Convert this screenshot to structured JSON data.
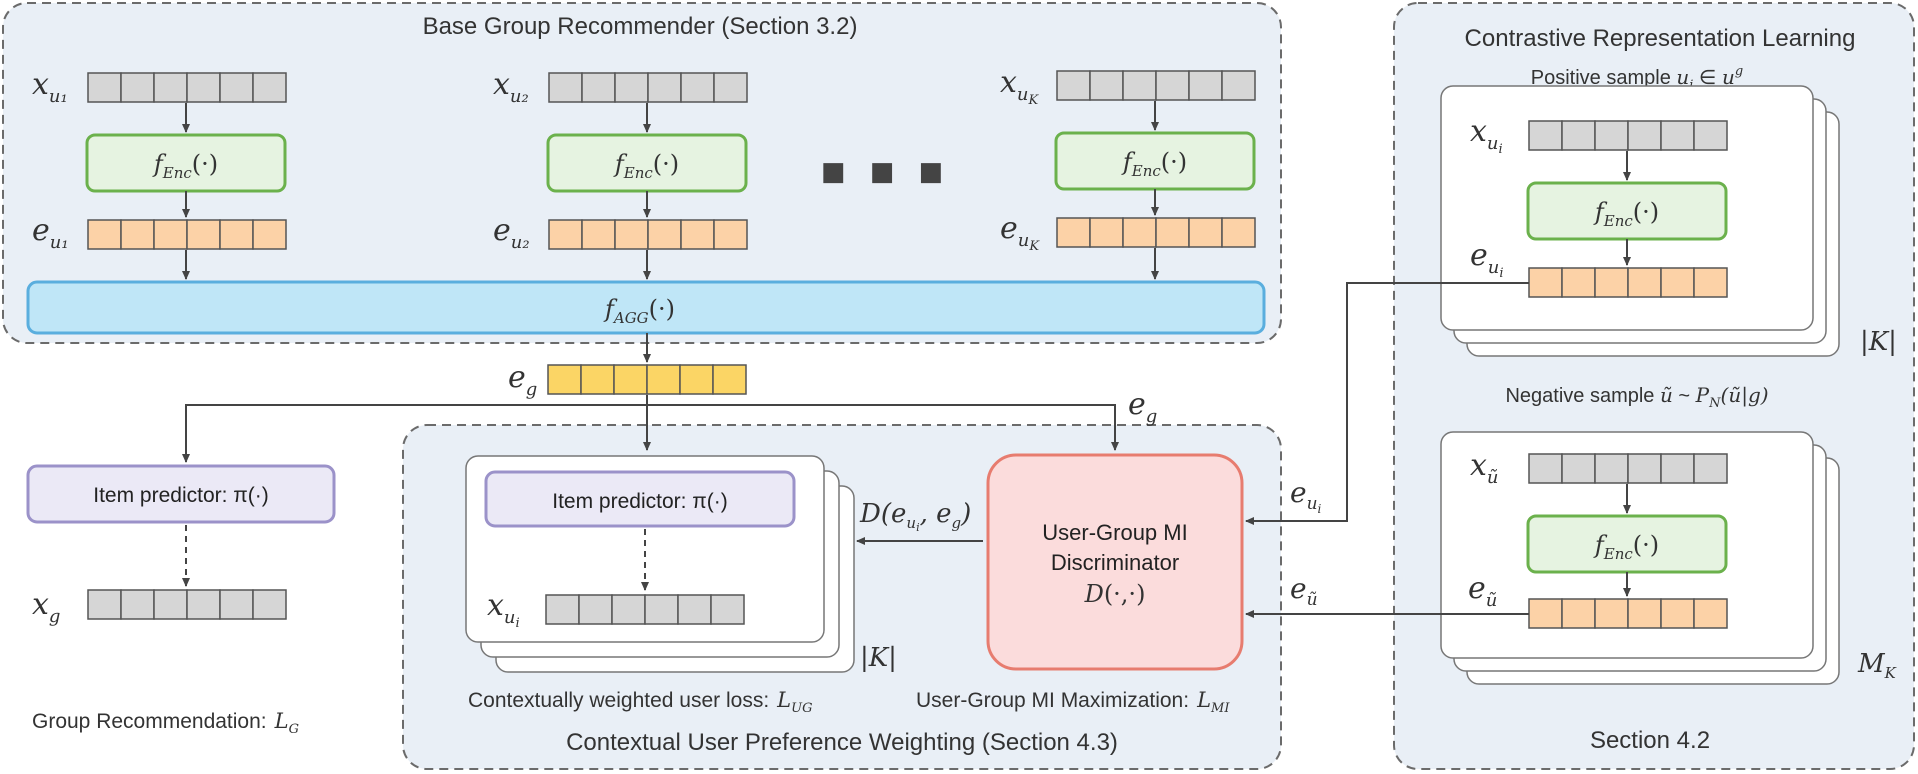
{
  "colors": {
    "region_fill": "#e9eff6",
    "region_stroke": "#6b6b6b",
    "gray_cell": "#d6d6d6",
    "orange_cell": "#fcd2a7",
    "yellow_cell": "#fbd565",
    "encoder_fill": "#e6f3e1",
    "encoder_stroke": "#6bb14c",
    "agg_fill": "#bfe6f7",
    "agg_stroke": "#5aaede",
    "predictor_fill": "#ebe9f6",
    "predictor_stroke": "#9b92c9",
    "disc_fill": "#fbdcdc",
    "disc_stroke": "#e77c6f"
  },
  "sections": {
    "base": "Base Group Recommender (Section 3.2)",
    "contextual": "Contextual User Preference Weighting (Section 4.3)",
    "contrastive": "Contrastive Representation Learning",
    "section42": "Section 4.2"
  },
  "users": [
    {
      "x": "x",
      "x_sub": "u₁",
      "e": "e",
      "e_sub": "u₁"
    },
    {
      "x": "x",
      "x_sub": "u₂",
      "e": "e",
      "e_sub": "u₂"
    },
    {
      "x": "x",
      "x_sub": "u_K",
      "e": "e",
      "e_sub": "u_K"
    }
  ],
  "encoder_label": "f_Enc(·)",
  "agg_label": "f_AGG(·)",
  "ellipsis": "■ ■ ■",
  "eg_label": "e_g",
  "eg_label_right": "e_g",
  "left_predictor": {
    "label": "Item predictor: π(·)",
    "output": "x_g",
    "loss_text": "Group Recommendation:",
    "loss_symbol": "L_G"
  },
  "context_panel": {
    "predictor_label": "Item predictor: π(·)",
    "output": "x_u_i",
    "count": "|K|",
    "loss_text": "Contextually weighted user loss:",
    "loss_symbol": "L_UG",
    "d_label": "D(e_u_i, e_g)"
  },
  "discriminator": {
    "line1": "User-Group MI",
    "line2": "Discriminator",
    "line3": "D(·,·)",
    "loss_text": "User-Group MI Maximization:",
    "loss_symbol": "L_MI"
  },
  "positive": {
    "title": "Positive sample u_i ∈ u^g",
    "x": "x_u_i",
    "e": "e_u_i",
    "count": "|K|"
  },
  "negative": {
    "title": "Negative sample ũ ~ P_N(ũ|g)",
    "x": "x_ũ",
    "e": "e_ũ",
    "count": "M_K"
  },
  "arrow_labels": {
    "e_ui": "e_u_i",
    "e_utilde": "e_ũ"
  }
}
